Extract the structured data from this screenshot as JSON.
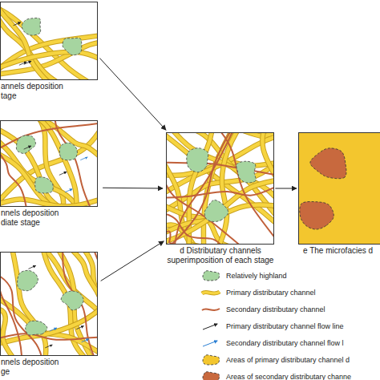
{
  "diagram": {
    "nodes": [
      {
        "text": [
          "annels deposition",
          "tage"
        ]
      },
      {
        "text": [
          "nnels deposition",
          "diate stage"
        ]
      },
      {
        "text": [
          "nnels deposition",
          "ge"
        ]
      },
      {
        "text": [
          "d  Distributary channels superimposition of each stage"
        ]
      },
      {
        "text": [
          "e The microfacies d"
        ]
      }
    ],
    "edges": [
      {
        "from": 0,
        "to": 3,
        "arrow": "to"
      },
      {
        "from": 1,
        "to": 3,
        "arrow": "to"
      },
      {
        "from": 2,
        "to": 3,
        "arrow": "to"
      },
      {
        "from": 3,
        "to": 4,
        "arrow": "to"
      }
    ],
    "legend": [
      {
        "text": "Relatively highland",
        "color": "#a6d5a0"
      },
      {
        "text": "Primary distributary channel"
      },
      {
        "text": "Secondary distributary channel"
      },
      {
        "text": "Primary distributary channel flow line"
      },
      {
        "text": "Secondary distributary channel flow l"
      },
      {
        "text": "Areas of primary distributary channel d",
        "color": "#f3c62e"
      },
      {
        "text": "Areas of secondary distributary channe",
        "color": "#c8693e"
      }
    ]
  }
}
